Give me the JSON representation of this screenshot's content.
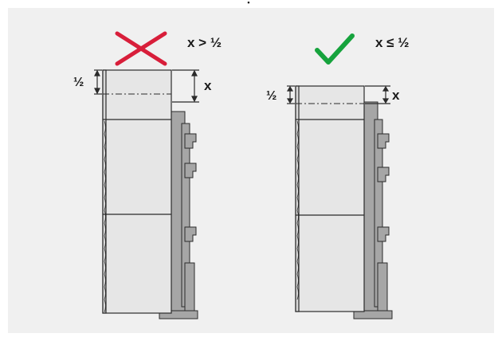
{
  "top_caption": "•",
  "wrong_example": {
    "status_icon": "cross-icon",
    "status_color": "#d81e3a",
    "condition_label": "x > ½",
    "half_label": "½",
    "x_label": "x"
  },
  "right_example": {
    "status_icon": "checkmark-icon",
    "status_color": "#16a33d",
    "condition_label": "x ≤ ½",
    "half_label": "½",
    "x_label": "x"
  },
  "colors": {
    "background": "#f0f0f0",
    "module_fill": "#e6e6e6",
    "rail_fill": "#a6a6a6",
    "outline": "#2b2b2b"
  }
}
